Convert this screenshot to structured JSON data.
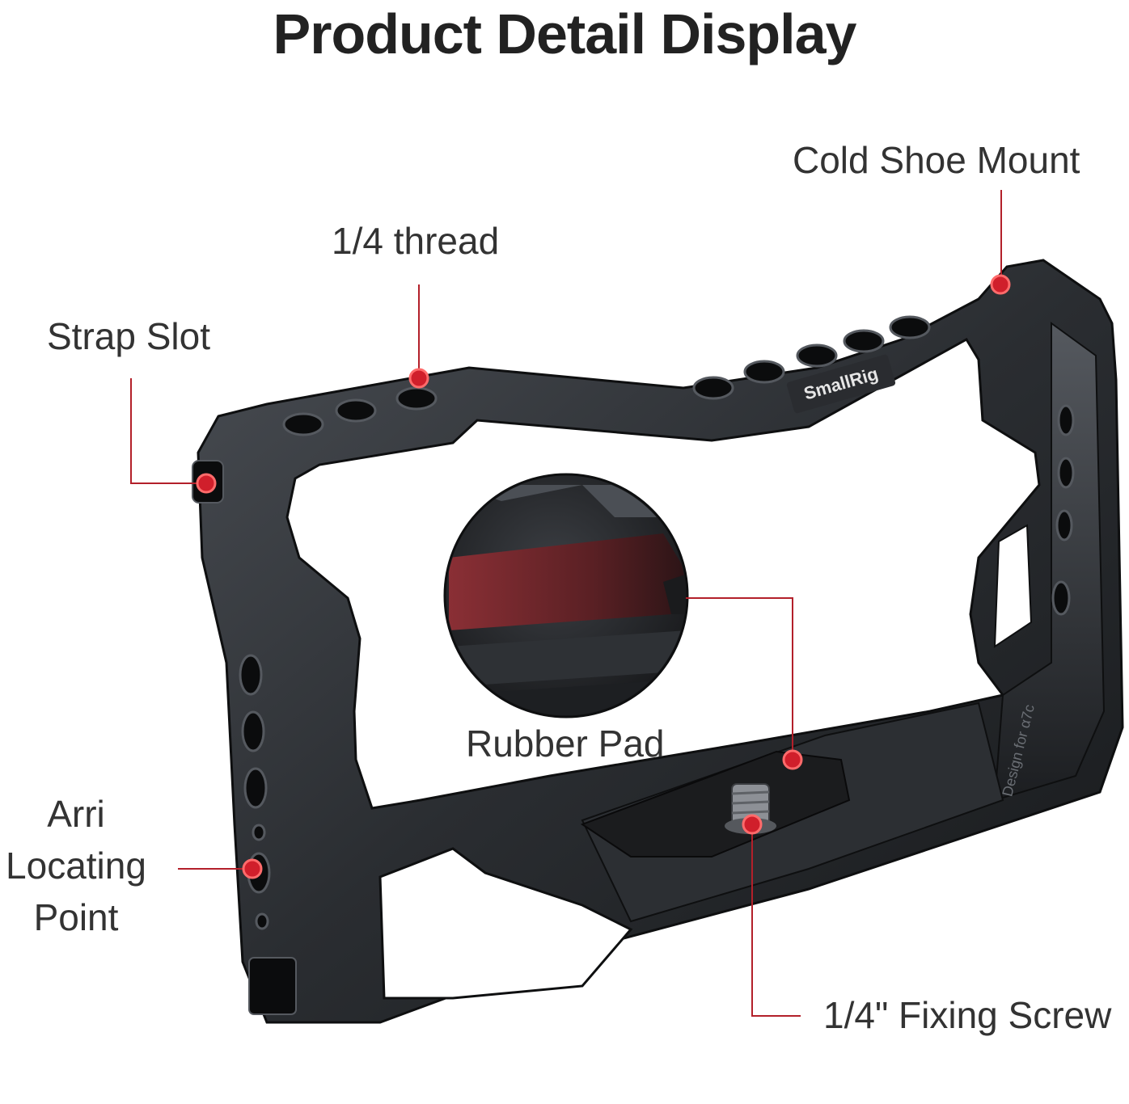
{
  "title": "Product Detail Display",
  "brand_logo_text": "SmallRig",
  "engraving_text": "Design for α7c",
  "colors": {
    "title": "#222222",
    "label": "#333333",
    "callout_line": "#b3202a",
    "callout_dot": "#d01f2b",
    "cage_dark": "#1f2124",
    "cage_mid": "#3a3d42",
    "cage_light": "#5a5e64",
    "rubber_pad": "#7a2a30"
  },
  "callouts": [
    {
      "id": "cold-shoe-mount",
      "label": "Cold Shoe Mount"
    },
    {
      "id": "thread",
      "label": "1/4 thread"
    },
    {
      "id": "strap-slot",
      "label": "Strap Slot"
    },
    {
      "id": "rubber-pad",
      "label": "Rubber Pad"
    },
    {
      "id": "arri-locating-point",
      "label": "Arri Locating Point",
      "lines": [
        "Arri",
        "Locating",
        "Point"
      ]
    },
    {
      "id": "fixing-screw",
      "label": "1/4\" Fixing Screw"
    }
  ]
}
